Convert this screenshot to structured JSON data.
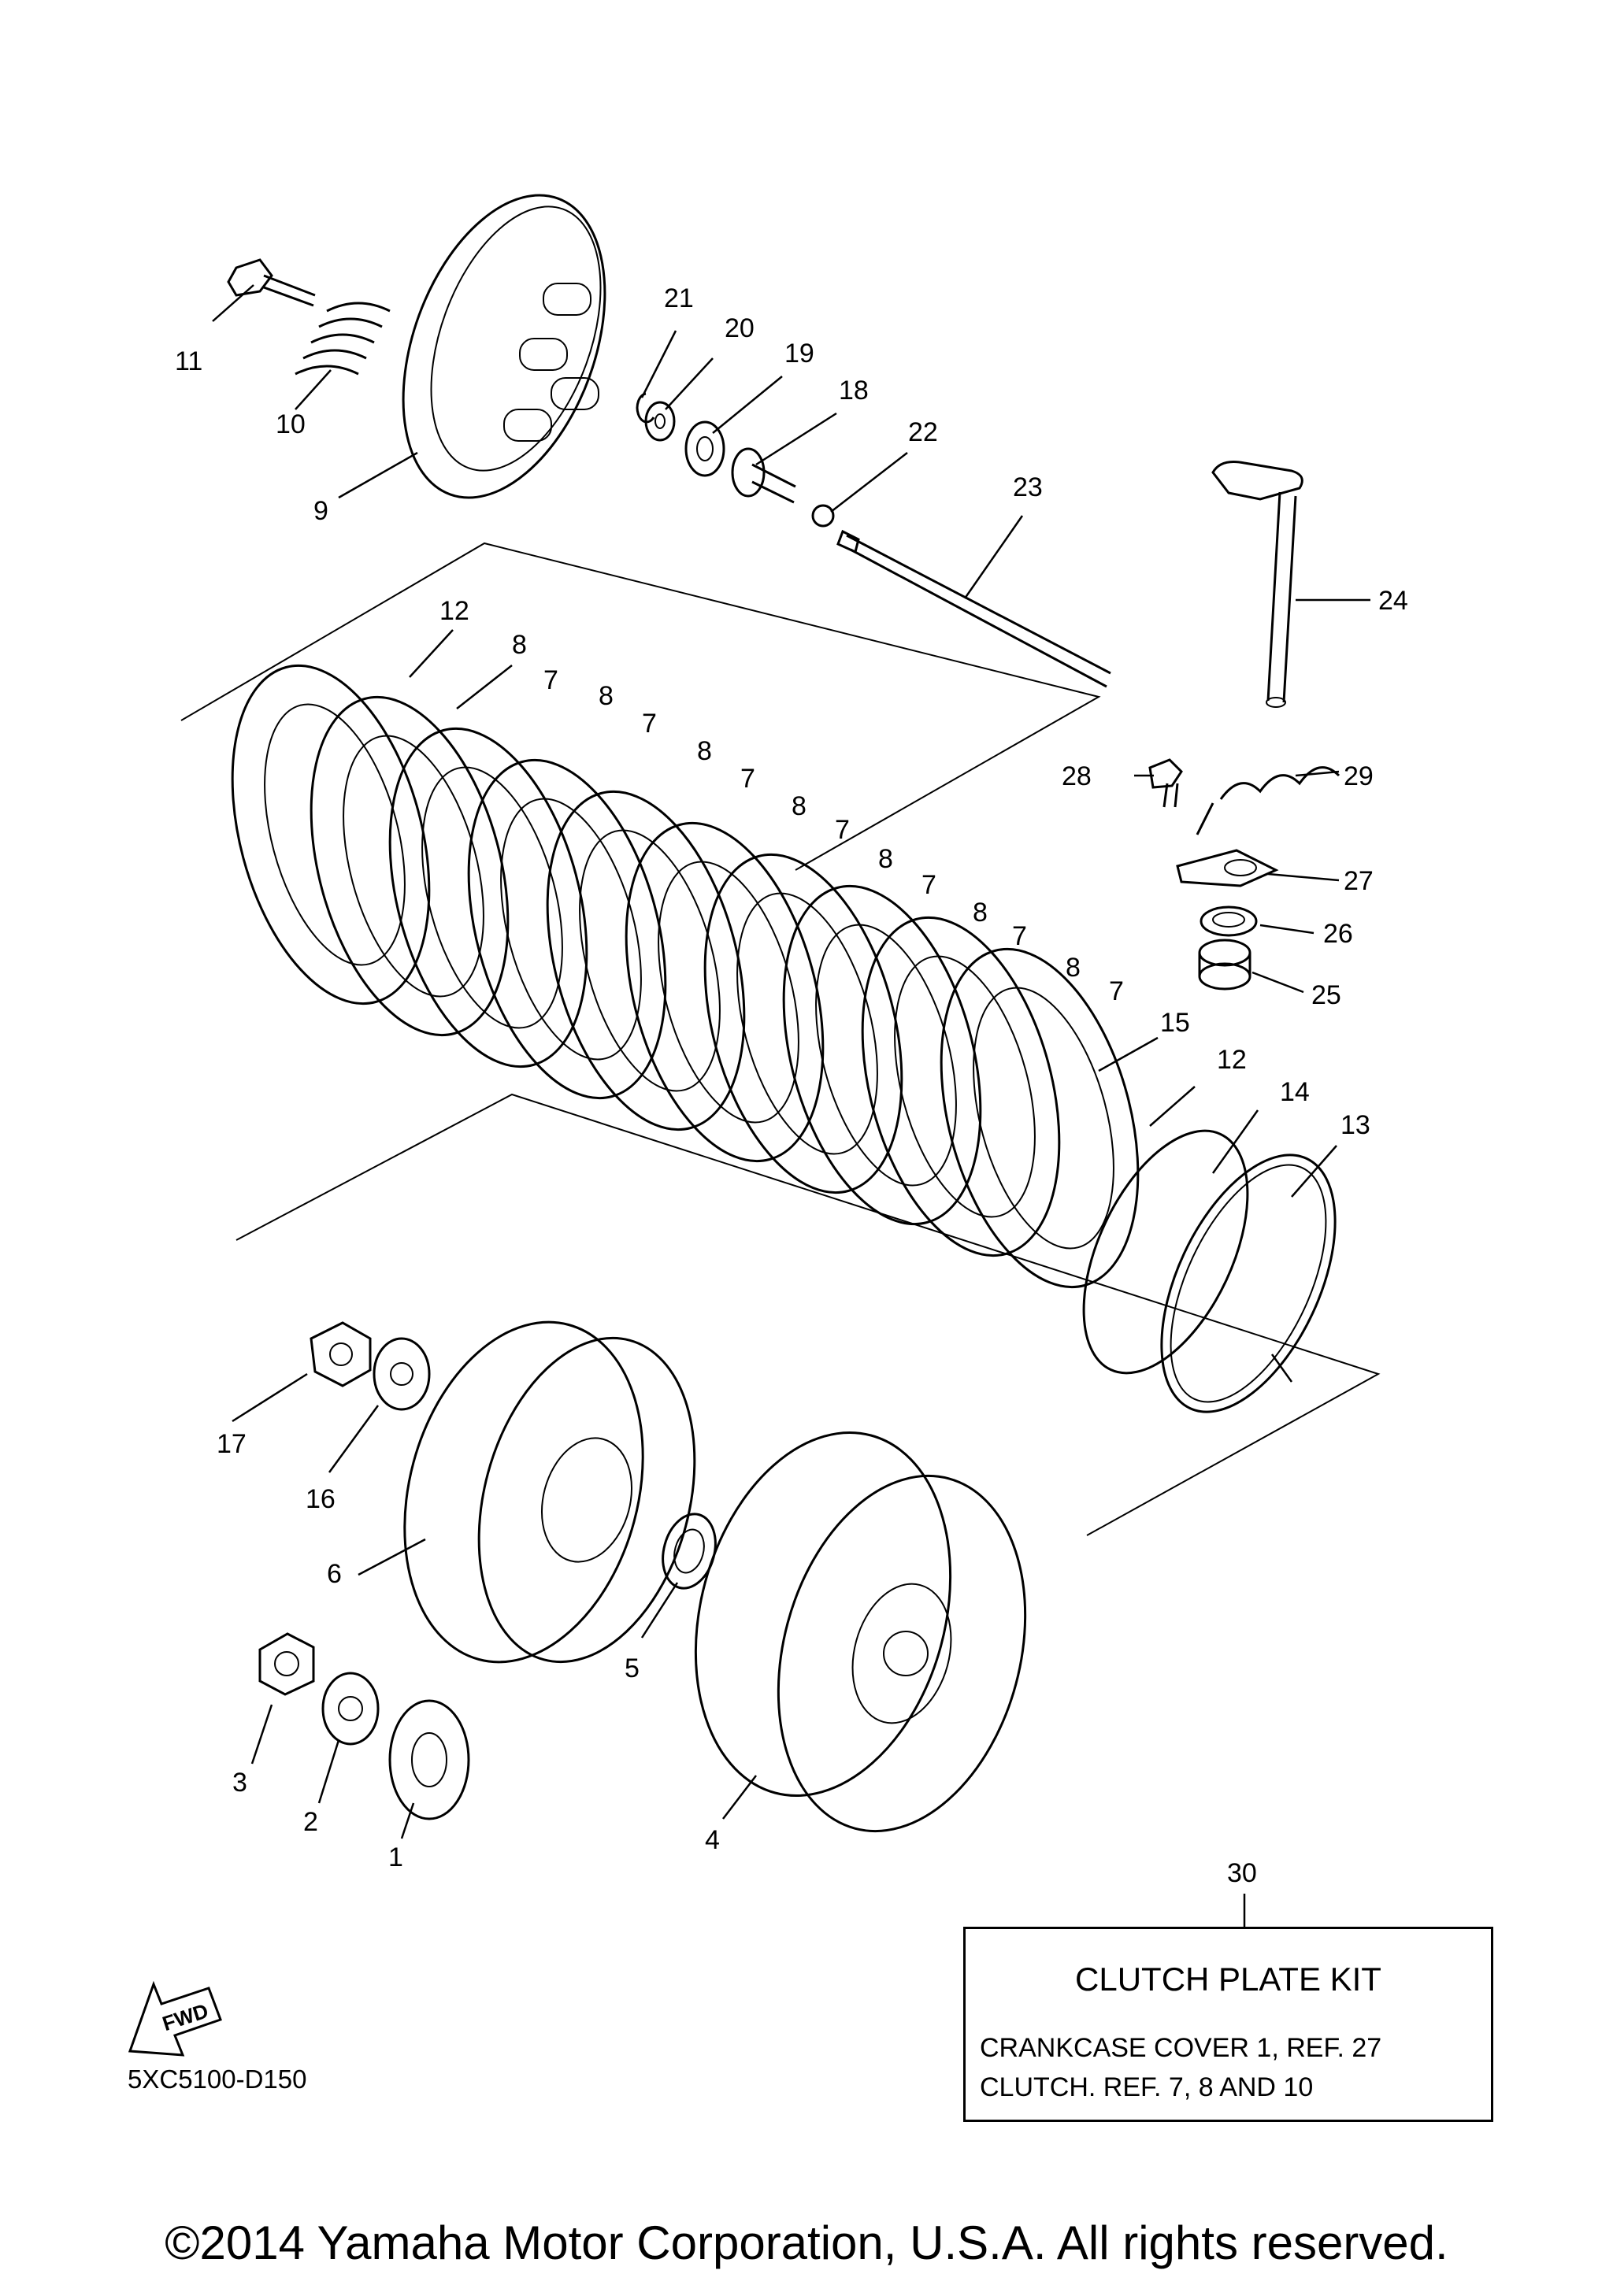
{
  "callouts": [
    "1",
    "2",
    "3",
    "4",
    "5",
    "6",
    "7",
    "8",
    "9",
    "10",
    "11",
    "12",
    "13",
    "14",
    "15",
    "16",
    "17",
    "18",
    "19",
    "20",
    "21",
    "22",
    "23",
    "24",
    "25",
    "26",
    "27",
    "28",
    "29",
    "30"
  ],
  "kit": {
    "ref_number": "30",
    "title": "CLUTCH PLATE KIT",
    "note_1": "CRANKCASE COVER 1, REF. 27",
    "note_2": "CLUTCH. REF. 7, 8 AND 10"
  },
  "fwd_label": "FWD",
  "diagram_code": "5XC5100-D150",
  "copyright": "©2014 Yamaha Motor Corporation, U.S.A. All rights reserved."
}
